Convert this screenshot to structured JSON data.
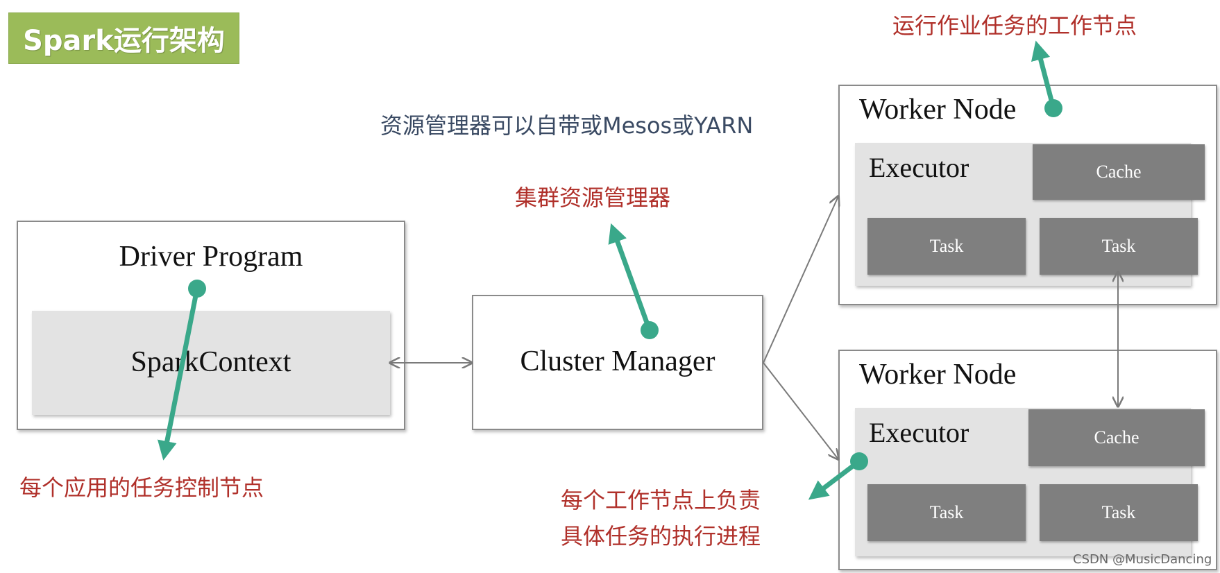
{
  "title": "Spark运行架构",
  "driver": {
    "label": "Driver Program",
    "context": "SparkContext"
  },
  "cluster_manager": {
    "label": "Cluster Manager"
  },
  "worker_nodes": [
    {
      "label": "Worker Node",
      "executor": "Executor",
      "cache": "Cache",
      "tasks": [
        "Task",
        "Task"
      ]
    },
    {
      "label": "Worker Node",
      "executor": "Executor",
      "cache": "Cache",
      "tasks": [
        "Task",
        "Task"
      ]
    }
  ],
  "annotations": {
    "resource_manager_note": "资源管理器可以自带或Mesos或YARN",
    "cluster_resource_manager": "集群资源管理器",
    "worker_node_note": "运行作业任务的工作节点",
    "driver_note": "每个应用的任务控制节点",
    "executor_note_line1": "每个工作节点上负责",
    "executor_note_line2": "具体任务的执行进程"
  },
  "watermark": "CSDN @MusicDancing",
  "colors": {
    "title_bg": "#9bbb59",
    "pointer": "#3aa88a",
    "note_red": "#b0302a",
    "note_blue": "#3a4a63",
    "task_bg": "#7f7f7f"
  }
}
